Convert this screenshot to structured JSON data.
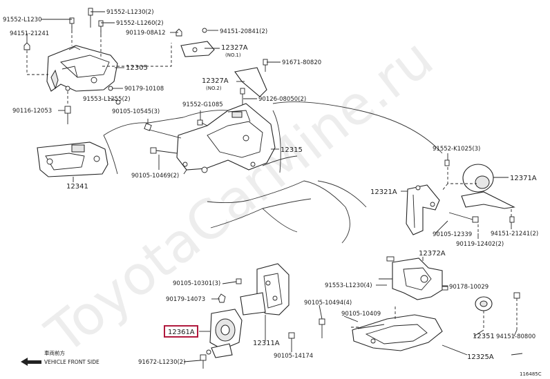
{
  "watermark": "ToyotaCarMine.ru",
  "diagram_code": "116485C",
  "direction": {
    "jp": "車両前方",
    "en": "VEHICLE FRONT SIDE"
  },
  "labels": {
    "l91552_l1230_top": "91552-L1230(2)",
    "l91552_l1230_left": "91552-L1230",
    "l91552_l1260": "91552-L1260(2)",
    "l94151_21241_left": "94151-21241",
    "l90119_08a12": "90119-08A12",
    "l94151_20841": "94151-20841(2)",
    "l12327a_1": "12327A",
    "no1": "(NO.1)",
    "l12305": "12305",
    "l91671_80820": "91671-80820",
    "l12327a_2": "12327A",
    "no2": "(NO.2)",
    "l90179_10108": "90179-10108",
    "l91553_l1255": "91553-L1255(2)",
    "l90126_08050": "90126-08050(2)",
    "l90116_12053": "90116-12053",
    "l90105_10545": "90105-10545(3)",
    "l91552_g1085": "91552-G1085",
    "l12315": "12315",
    "l90105_10469": "90105-10469(2)",
    "l12341": "12341",
    "l91552_k1025": "91552-K1025(3)",
    "l12371a": "12371A",
    "l12321a": "12321A",
    "l90105_12339": "90105-12339",
    "l94151_21241_right": "94151-21241(2)",
    "l90119_12402": "90119-12402(2)",
    "l12372a": "12372A",
    "l90105_10301": "90105-10301(3)",
    "l91553_l1230": "91553-L1230(4)",
    "l90178_10029": "90178-10029",
    "l90179_14073": "90179-14073",
    "l90105_10494": "90105-10494(4)",
    "l90105_10409": "90105-10409",
    "l12361a": "12361A",
    "l12351": "12351",
    "l94151_80800": "94151-80800",
    "l12311a": "12311A",
    "l90105_14174": "90105-14174",
    "l91672_l1230": "91672-L1230(2)",
    "l12325a": "12325A"
  }
}
